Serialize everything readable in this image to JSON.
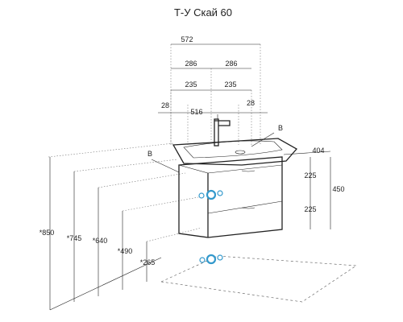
{
  "title": "Т-У Скай 60",
  "dimensions": {
    "total_width": "572",
    "half_left": "286",
    "half_right": "286",
    "inner_left": "235",
    "inner_right": "235",
    "offset_left": "28",
    "basin_width": "516",
    "offset_right": "28",
    "depth": "404",
    "cabinet_height": "450",
    "drawer_top": "225",
    "drawer_bottom": "225",
    "floor_850": "*850",
    "floor_745": "*745",
    "floor_640": "*640",
    "floor_490": "*490",
    "floor_265": "*265"
  },
  "callouts": {
    "basin_label": "B",
    "cabinet_label": "B"
  },
  "icons": {
    "pipe_upper": "water-pipe-icon",
    "pipe_lower": "drain-pipe-icon"
  },
  "colors": {
    "pipe": "#3399cc",
    "line": "#222222"
  }
}
